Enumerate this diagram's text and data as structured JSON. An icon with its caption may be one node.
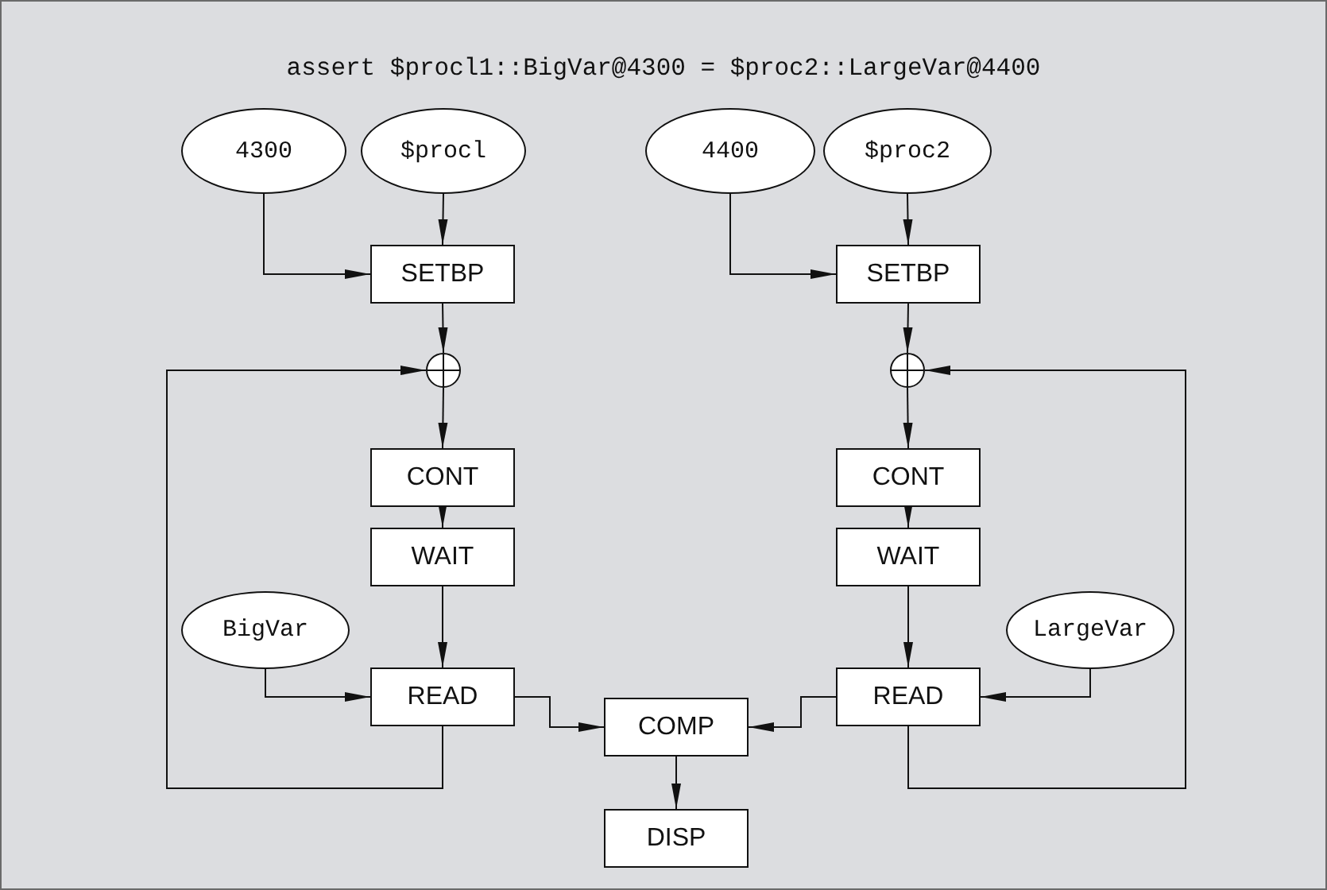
{
  "diagram": {
    "title": "assert $procl1::BigVar@4300 = $proc2::LargeVar@4400",
    "nodes": [
      {
        "text": [
          "4300"
        ]
      },
      {
        "text": [
          "$procl"
        ]
      },
      {
        "text": [
          "SETBP"
        ]
      },
      {
        "text": [],
        "shape": "circle"
      },
      {
        "text": [
          "CONT"
        ]
      },
      {
        "text": [
          "WAIT"
        ]
      },
      {
        "text": [
          "BigVar"
        ]
      },
      {
        "text": [
          "READ"
        ]
      },
      {
        "text": [
          "4400"
        ]
      },
      {
        "text": [
          "$proc2"
        ]
      },
      {
        "text": [
          "SETBP"
        ]
      },
      {
        "text": [],
        "shape": "circle"
      },
      {
        "text": [
          "CONT"
        ]
      },
      {
        "text": [
          "WAIT"
        ]
      },
      {
        "text": [
          "LargeVar"
        ]
      },
      {
        "text": [
          "READ"
        ]
      },
      {
        "text": [
          "COMP"
        ]
      },
      {
        "text": [
          "DISP"
        ]
      }
    ],
    "edges": [
      {
        "from": 0,
        "to": 2,
        "arrow": "to"
      },
      {
        "from": 1,
        "to": 2,
        "arrow": "to"
      },
      {
        "from": 2,
        "to": 3,
        "arrow": "to"
      },
      {
        "from": 3,
        "to": 4,
        "arrow": "to"
      },
      {
        "from": 4,
        "to": 5,
        "arrow": "to"
      },
      {
        "from": 5,
        "to": 7,
        "arrow": "to"
      },
      {
        "from": 6,
        "to": 7,
        "arrow": "to"
      },
      {
        "from": 7,
        "to": 16,
        "arrow": "to"
      },
      {
        "from": 7,
        "to": 3,
        "arrow": "to"
      },
      {
        "from": 8,
        "to": 10,
        "arrow": "to"
      },
      {
        "from": 9,
        "to": 10,
        "arrow": "to"
      },
      {
        "from": 10,
        "to": 11,
        "arrow": "to"
      },
      {
        "from": 11,
        "to": 12,
        "arrow": "to"
      },
      {
        "from": 12,
        "to": 13,
        "arrow": "to"
      },
      {
        "from": 13,
        "to": 15,
        "arrow": "to"
      },
      {
        "from": 14,
        "to": 15,
        "arrow": "to"
      },
      {
        "from": 15,
        "to": 16,
        "arrow": "to"
      },
      {
        "from": 15,
        "to": 11,
        "arrow": "to"
      },
      {
        "from": 16,
        "to": 17,
        "arrow": "to"
      }
    ]
  }
}
